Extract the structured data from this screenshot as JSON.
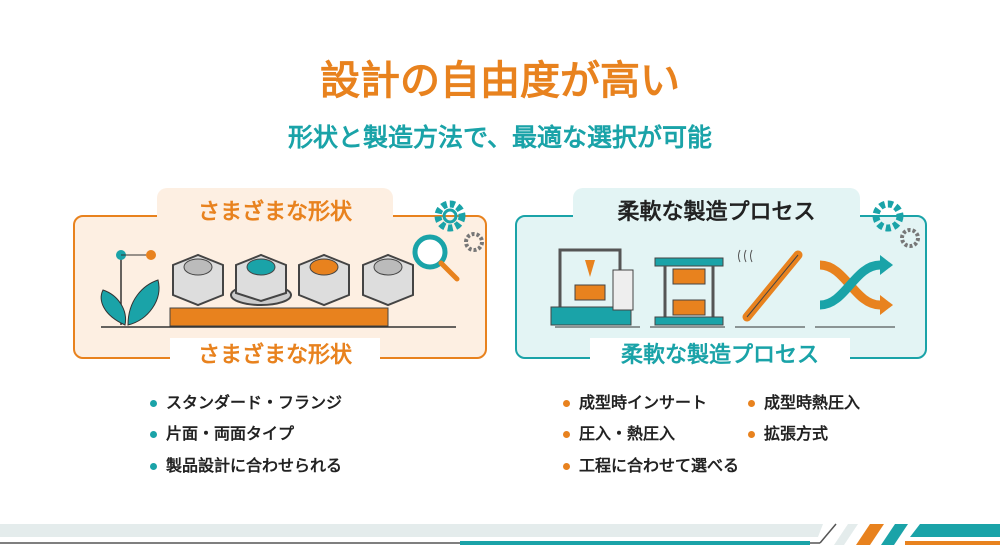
{
  "title": "設計の自由度が高い",
  "subtitle": "形状と製造方法で、最適な選択が可能",
  "colors": {
    "orange": "#E8821E",
    "teal": "#1AA3A8",
    "left_panel_bg": "#FDEFE2",
    "right_panel_bg": "#E3F4F4"
  },
  "left": {
    "tab_label": "さまざまな形状",
    "bottom_label": "さまざまな形状",
    "icons": [
      "plant-icon",
      "hex-nut-icon",
      "flange-nut-icon",
      "hex-nut-orange-thread-icon",
      "knurled-nut-icon",
      "ruler-icon",
      "gear-icon",
      "magnifier-icon"
    ],
    "bullets": [
      "スタンダード・フランジ",
      "片面・両面タイプ",
      "製品設計に合わせられる"
    ]
  },
  "right": {
    "tab_label": "柔軟な製造プロセス",
    "bottom_label": "柔軟な製造プロセス",
    "icons": [
      "molding-machine-icon",
      "press-machine-icon",
      "heat-staking-tool-icon",
      "shuffle-arrows-icon",
      "gear-icon"
    ],
    "bullets": [
      "成型時インサート",
      "成型時熱圧入",
      "圧入・熱圧入",
      "拡張方式",
      "工程に合わせて選べる"
    ]
  }
}
